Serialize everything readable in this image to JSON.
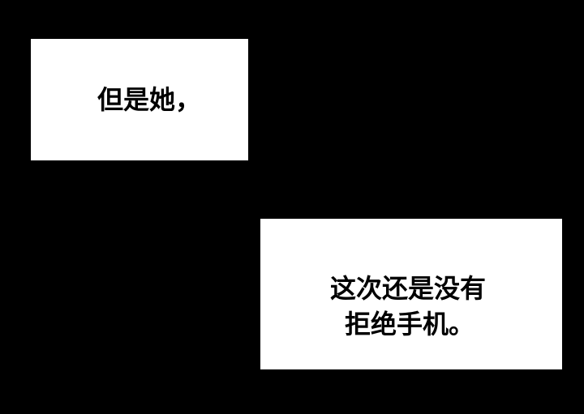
{
  "panel1": {
    "text": "但是她，"
  },
  "panel2": {
    "line1": "这次还是没有",
    "line2": "拒绝手机。"
  }
}
